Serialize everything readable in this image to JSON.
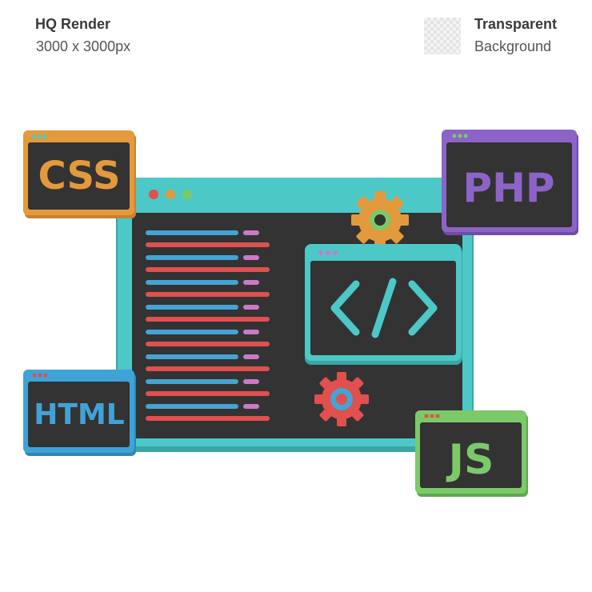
{
  "header": {
    "render_title": "HQ Render",
    "render_size": "3000 x 3000px",
    "bg_title": "Transparent",
    "bg_sub": "Background"
  },
  "badges": {
    "css": "CSS",
    "php": "PHP",
    "html": "HTML",
    "js": "JS"
  },
  "icons": {
    "code": "code-brackets-icon",
    "gear_top": "gear-icon",
    "gear_bottom": "gear-icon"
  },
  "colors": {
    "main_frame": "#4cc8c7",
    "screen": "#333333",
    "css": "#e39a3c",
    "php": "#8c64c8",
    "html": "#3fa3d8",
    "js": "#7cc96a",
    "code_line_blue": "#45a3d6",
    "code_line_red": "#e0504f",
    "code_line_pink": "#cc79c6",
    "gear_orange": "#e39a3c",
    "gear_red": "#e0504f"
  }
}
